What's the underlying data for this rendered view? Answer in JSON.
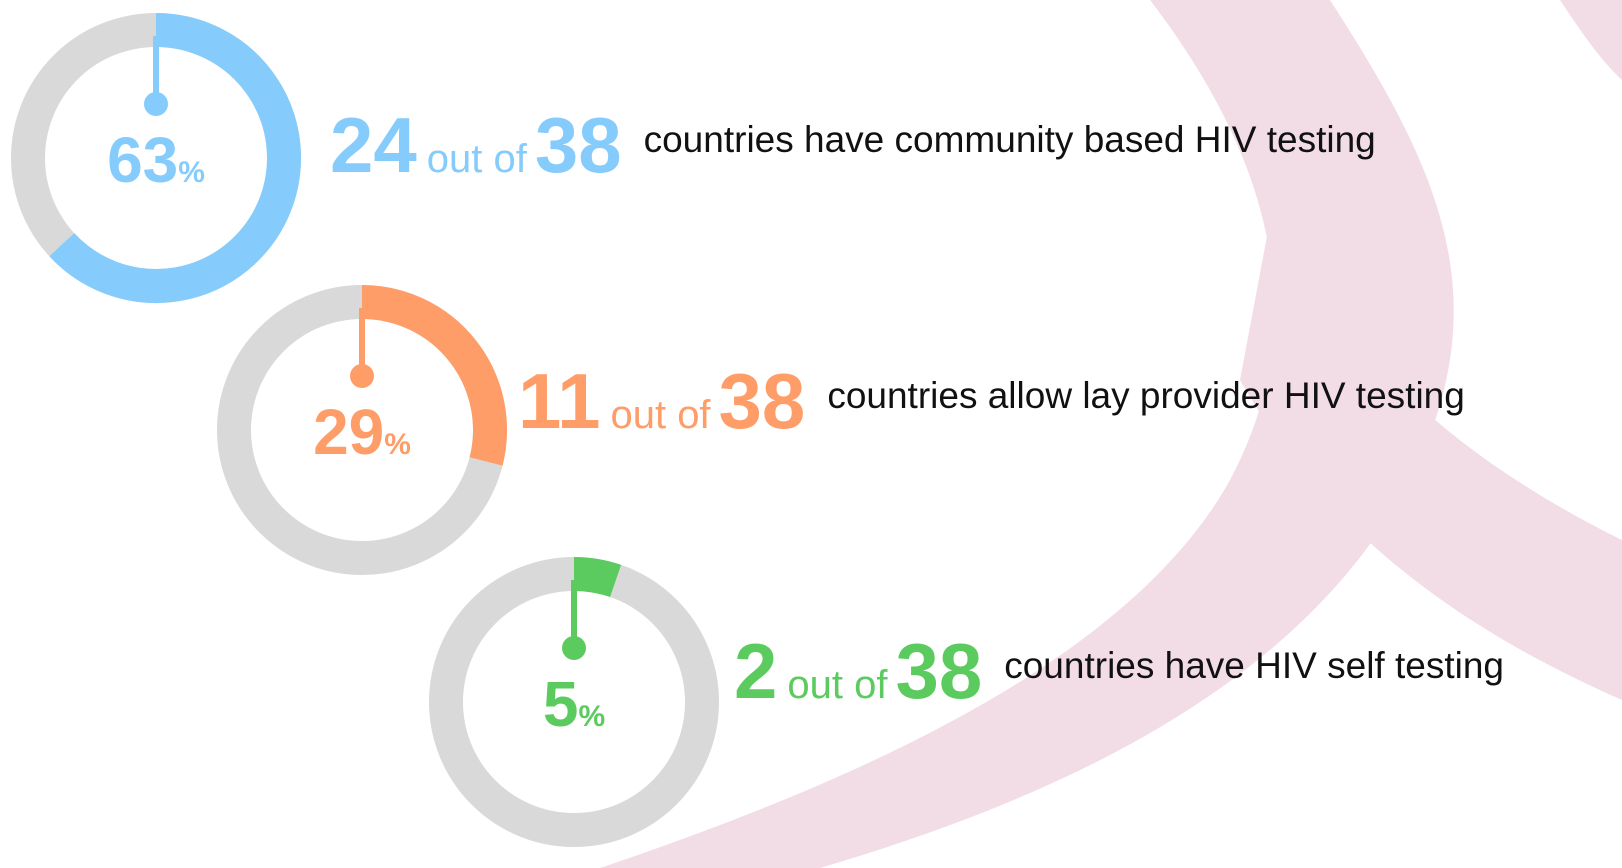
{
  "chart_data": {
    "type": "pie",
    "items": [
      {
        "percent": 63,
        "percent_sign": "%",
        "count": 24,
        "out_of_label": "out of",
        "total": 38,
        "description": "countries have community based HIV testing",
        "color": "#85CCFC"
      },
      {
        "percent": 29,
        "percent_sign": "%",
        "count": 11,
        "out_of_label": "out of",
        "total": 38,
        "description": "countries allow lay provider HIV testing",
        "color": "#FF9D68"
      },
      {
        "percent": 5,
        "percent_sign": "%",
        "count": 2,
        "out_of_label": "out of",
        "total": 38,
        "description": "countries have HIV self testing",
        "color": "#5CCB5F"
      }
    ],
    "track_color": "#D9D9D9",
    "background_ribbon_color": "#F2DDE6"
  }
}
